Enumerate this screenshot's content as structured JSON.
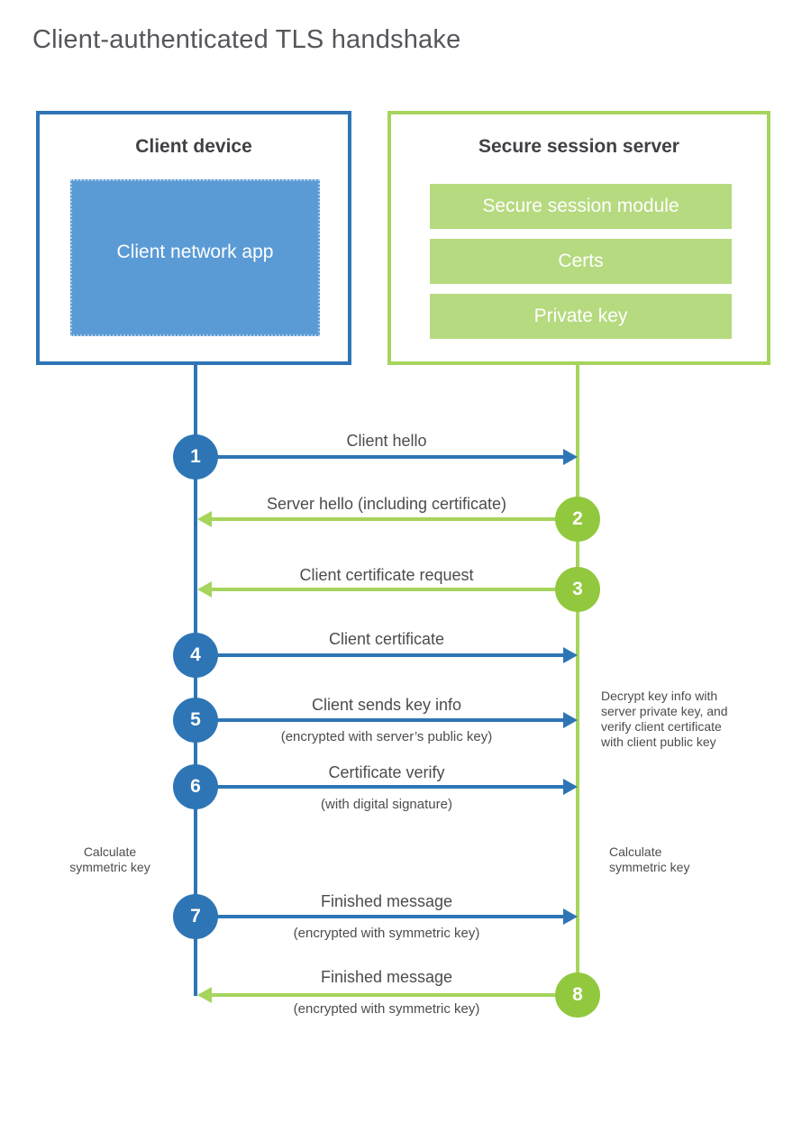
{
  "title": "Client-authenticated TLS handshake",
  "colors": {
    "blue_accent": "#2e75b6",
    "blue_fill": "#5b9bd5",
    "green_accent": "#92c83e",
    "green_line": "#a6d45c",
    "green_fill": "#b6da7f",
    "header_text": "#414044",
    "label_text": "#4b4c4e",
    "title_text": "#55565b"
  },
  "client_box": {
    "title": "Client device",
    "app_label": "Client network app"
  },
  "server_box": {
    "title": "Secure session server",
    "modules": [
      "Secure session module",
      "Certs",
      "Private key"
    ]
  },
  "steps": [
    {
      "num": "1",
      "label": "Client hello",
      "direction": "right",
      "color": "blue"
    },
    {
      "num": "2",
      "label": "Server hello (including certificate)",
      "direction": "left",
      "color": "green"
    },
    {
      "num": "3",
      "label": "Client certificate request",
      "direction": "left",
      "color": "green"
    },
    {
      "num": "4",
      "label": "Client certificate",
      "direction": "right",
      "color": "blue"
    },
    {
      "num": "5",
      "label": "Client sends key info",
      "sub": "(encrypted with server’s public key)",
      "direction": "right",
      "color": "blue"
    },
    {
      "num": "6",
      "label": "Certificate verify",
      "sub": "(with digital signature)",
      "direction": "right",
      "color": "blue"
    },
    {
      "num": "7",
      "label": "Finished message",
      "sub": "(encrypted with symmetric key)",
      "direction": "right",
      "color": "blue"
    },
    {
      "num": "8",
      "label": "Finished message",
      "sub": "(encrypted with symmetric key)",
      "direction": "left",
      "color": "green"
    }
  ],
  "annotations": {
    "decrypt_lines": [
      "Decrypt key info with",
      "server private key, and",
      "verify client certificate",
      "with client public key"
    ],
    "calc_lines": [
      "Calculate",
      "symmetric key"
    ]
  }
}
